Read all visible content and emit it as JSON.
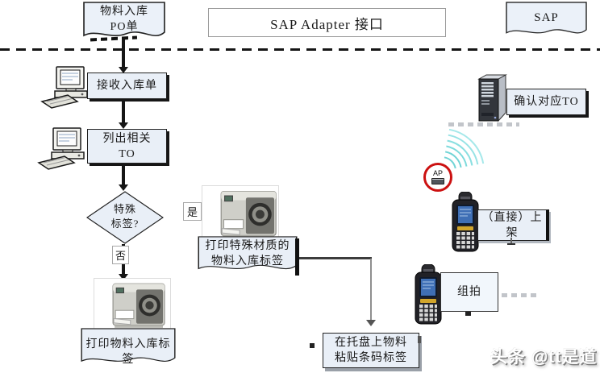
{
  "top": {
    "po_doc_line1": "物料入库",
    "po_doc_line2": "PO单",
    "adapter_label": "SAP Adapter 接口",
    "sap_doc_label": "SAP"
  },
  "flow": {
    "receive": "接收入库单",
    "list_line1": "列出相关",
    "list_line2": "TO",
    "decision_line1": "特殊",
    "decision_line2": "标签?",
    "yes": "是",
    "no": "否",
    "special_line1": "打印特殊材质的",
    "special_line2": "物料入库标签",
    "normal_print": "打印物料入库标签",
    "pallet_line1": "在托盘上物料",
    "pallet_line2": "粘贴条码标签"
  },
  "right": {
    "confirm": "确认对应TO",
    "ap": "AP",
    "shelve": "（直接）上架",
    "group": "组拍"
  },
  "watermark": "头条 @tt是道",
  "colors": {
    "shape_fill": "#e9eff7",
    "ap_red": "#cc1111",
    "wifi_cyan": "#72d4d6"
  }
}
